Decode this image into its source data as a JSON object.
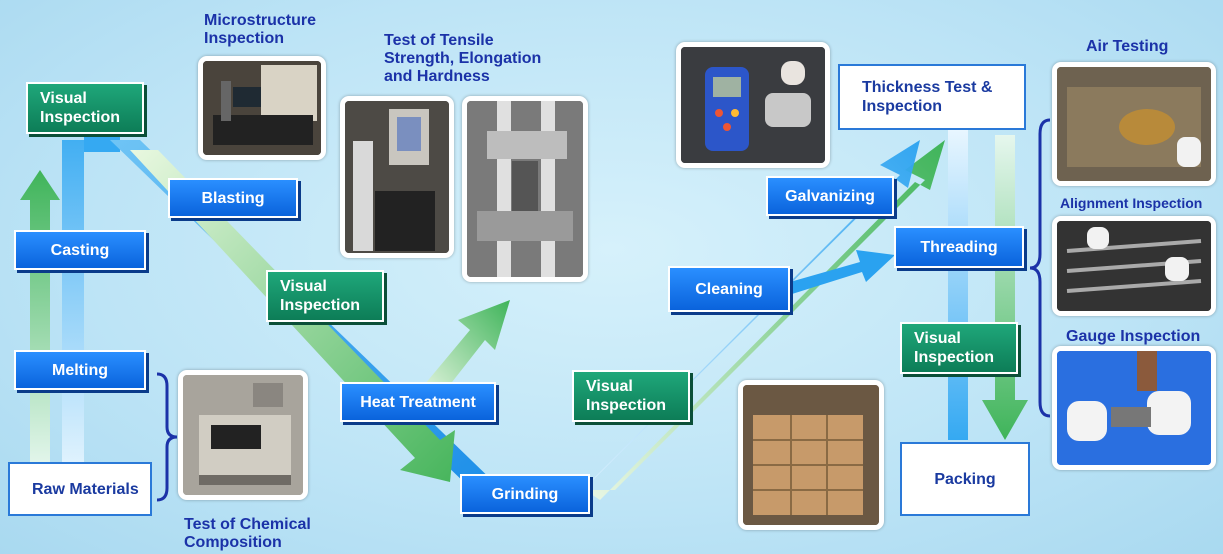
{
  "steps": {
    "raw_materials": "Raw Materials",
    "melting": "Melting",
    "casting": "Casting",
    "visual_inspection_1": "Visual\nInspection",
    "blasting": "Blasting",
    "visual_inspection_2": "Visual\nInspection",
    "heat_treatment": "Heat Treatment",
    "grinding": "Grinding",
    "visual_inspection_3": "Visual\nInspection",
    "cleaning": "Cleaning",
    "galvanizing": "Galvanizing",
    "thickness_test": "Thickness Test &\nInspection",
    "threading": "Threading",
    "visual_inspection_4": "Visual\nInspection",
    "packing": "Packing"
  },
  "captions": {
    "microstructure": "Microstructure\nInspection",
    "tensile": "Test of Tensile\nStrength, Elongation\nand Hardness",
    "chemical": "Test of Chemical\nComposition",
    "air_testing": "Air Testing",
    "alignment": "Alignment Inspection",
    "gauge": "Gauge Inspection"
  },
  "colors": {
    "background": "#bfe6f7",
    "step_blue": "#0a63dc",
    "inspection_green": "#0d7d57",
    "arrow_green": "#4cbb5e",
    "arrow_blue": "#3db2f5",
    "caption": "#1b32a8"
  }
}
